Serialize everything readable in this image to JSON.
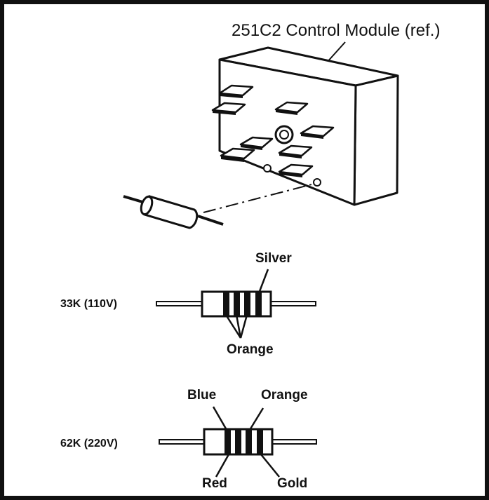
{
  "diagram": {
    "module_label": "251C2 Control Module (ref.)",
    "resistor_33k": {
      "value_label": "33K (110V)",
      "bands": {
        "top": "Silver",
        "bottom": "Orange"
      }
    },
    "resistor_62k": {
      "value_label": "62K (220V)",
      "bands": {
        "top_left": "Blue",
        "top_right": "Orange",
        "bottom_left": "Red",
        "bottom_right": "Gold"
      }
    }
  },
  "colors": {
    "ink": "#111111",
    "background": "#ffffff"
  }
}
